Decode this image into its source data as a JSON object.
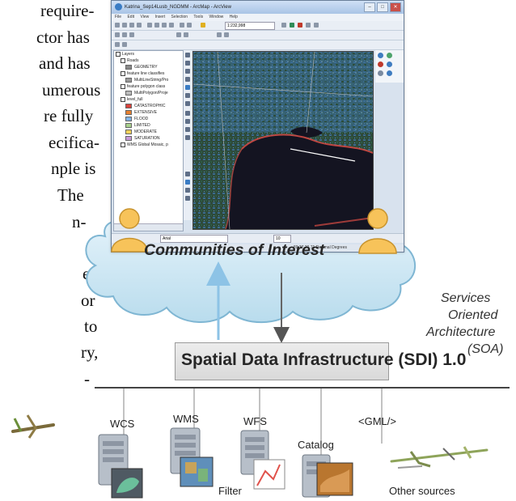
{
  "paragraph_fragments": [
    "require-",
    "ctor has",
    "and has",
    "umerous",
    "re fully",
    "ecifica-",
    "nple is",
    "The",
    "n-",
    "et",
    "or",
    "to",
    "ry,",
    "-"
  ],
  "arcmap": {
    "window_title": "Katrina_Sep14Lusb_NGDMM - ArcMap - ArcView",
    "menu": [
      "File",
      "Edit",
      "View",
      "Insert",
      "Selection",
      "Tools",
      "Window",
      "Help"
    ],
    "scale": "1:232,998",
    "toc": [
      {
        "label": "Layers",
        "swatch": ""
      },
      {
        "label": "Roads",
        "swatch": ""
      },
      {
        "label": "GEOMETRY",
        "swatch": "#888888"
      },
      {
        "label": "feature line classifies",
        "swatch": ""
      },
      {
        "label": "MultiLineString/Pro",
        "swatch": "#999999"
      },
      {
        "label": "feature polygon class",
        "swatch": ""
      },
      {
        "label": "MultiPolygon/Proje",
        "swatch": "#bbbbbb"
      },
      {
        "label": "level_full",
        "swatch": ""
      },
      {
        "label": "CATASTROPHIC",
        "swatch": "#d9423b"
      },
      {
        "label": "EXTENSIVE",
        "swatch": "#e8812f"
      },
      {
        "label": "FLOOD",
        "swatch": "#7fb2e5"
      },
      {
        "label": "LIMITED",
        "swatch": "#a8d18c"
      },
      {
        "label": "MODERATE",
        "swatch": "#f2d15a"
      },
      {
        "label": "SATURATION",
        "swatch": "#c89ad9"
      },
      {
        "label": "WMS Global Mosaic, p",
        "swatch": ""
      }
    ],
    "font_box": "Arial",
    "font_size": "10",
    "coords": "-89.77 30.71 Decimal Degrees"
  },
  "cloud": {
    "label": "Communities of Interest"
  },
  "sdi": {
    "label": "Spatial Data Infrastructure (SDI) 1.0"
  },
  "soa": {
    "lines": [
      "Services",
      "Oriented",
      "Architecture",
      "(SOA)"
    ]
  },
  "services": {
    "wcs": "WCS",
    "wms": "WMS",
    "wfs": "WFS",
    "filter": "Filter",
    "catalog": "Catalog",
    "gml": "<GML/>",
    "other": "Other sources"
  },
  "colors": {
    "cloud_fill": "#cfe6f2",
    "cloud_stroke": "#6fa9c9",
    "person_fill": "#f7c35a",
    "up_arrow": "#8dc3e6",
    "down_arrow": "#555555",
    "sdi_box": "#e2e2e2"
  }
}
